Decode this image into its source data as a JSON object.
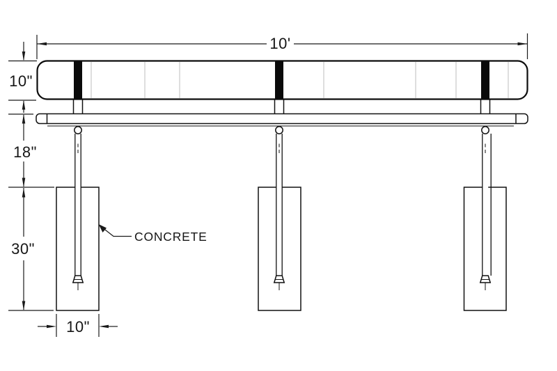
{
  "drawing": {
    "dimensions": {
      "overall_length": "10'",
      "seat_thickness": "10\"",
      "ground_clearance": "18\"",
      "footing_depth": "30\"",
      "footing_width": "10\""
    },
    "callouts": {
      "material": "CONCRETE"
    },
    "colors": {
      "background": "#ffffff",
      "line": "#111111",
      "dimension_line": "#1a1a1a",
      "mesh_dark": "#0d0d0d",
      "mesh_light": "#ffffff",
      "hatch_line": "#222222",
      "hatch_dot": "#8a8a8a",
      "seam": "#bdbdbd"
    }
  }
}
